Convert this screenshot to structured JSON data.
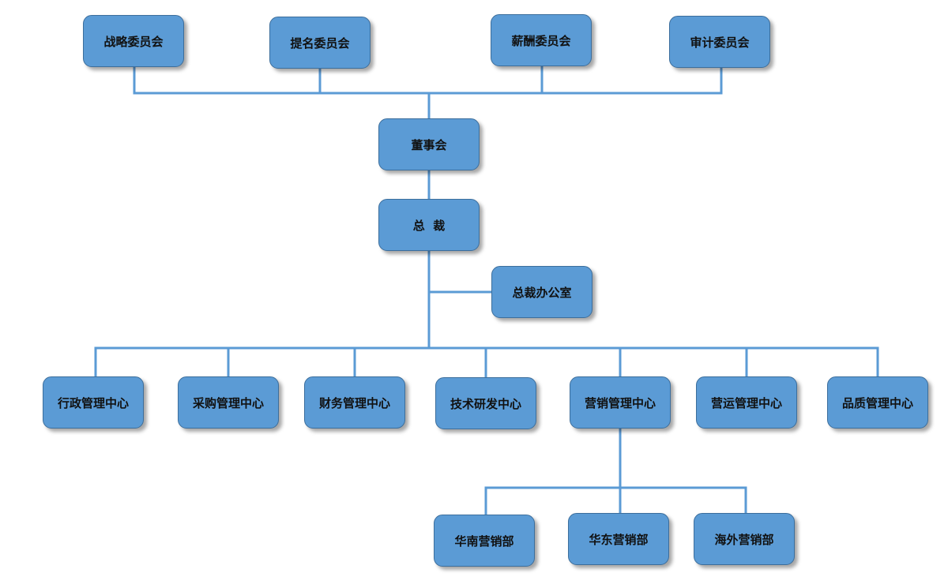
{
  "diagram": {
    "committees": {
      "strategy": "战略委员会",
      "nomination": "提名委员会",
      "compensation": "薪酬委员会",
      "audit": "审计委员会"
    },
    "board": "董事会",
    "president": "总  裁",
    "president_office": "总裁办公室",
    "centers": {
      "admin": "行政管理中心",
      "purchasing": "采购管理中心",
      "finance": "财务管理中心",
      "tech": "技术研发中心",
      "marketing": "营销管理中心",
      "operations": "营运管理中心",
      "quality": "品质管理中心"
    },
    "marketing_departments": {
      "south": "华南营销部",
      "east": "华东营销部",
      "overseas": "海外营销部"
    },
    "colors": {
      "node_fill": "#5b9bd5",
      "node_border": "#3c6e9c",
      "connector": "#5b9bd5"
    }
  }
}
